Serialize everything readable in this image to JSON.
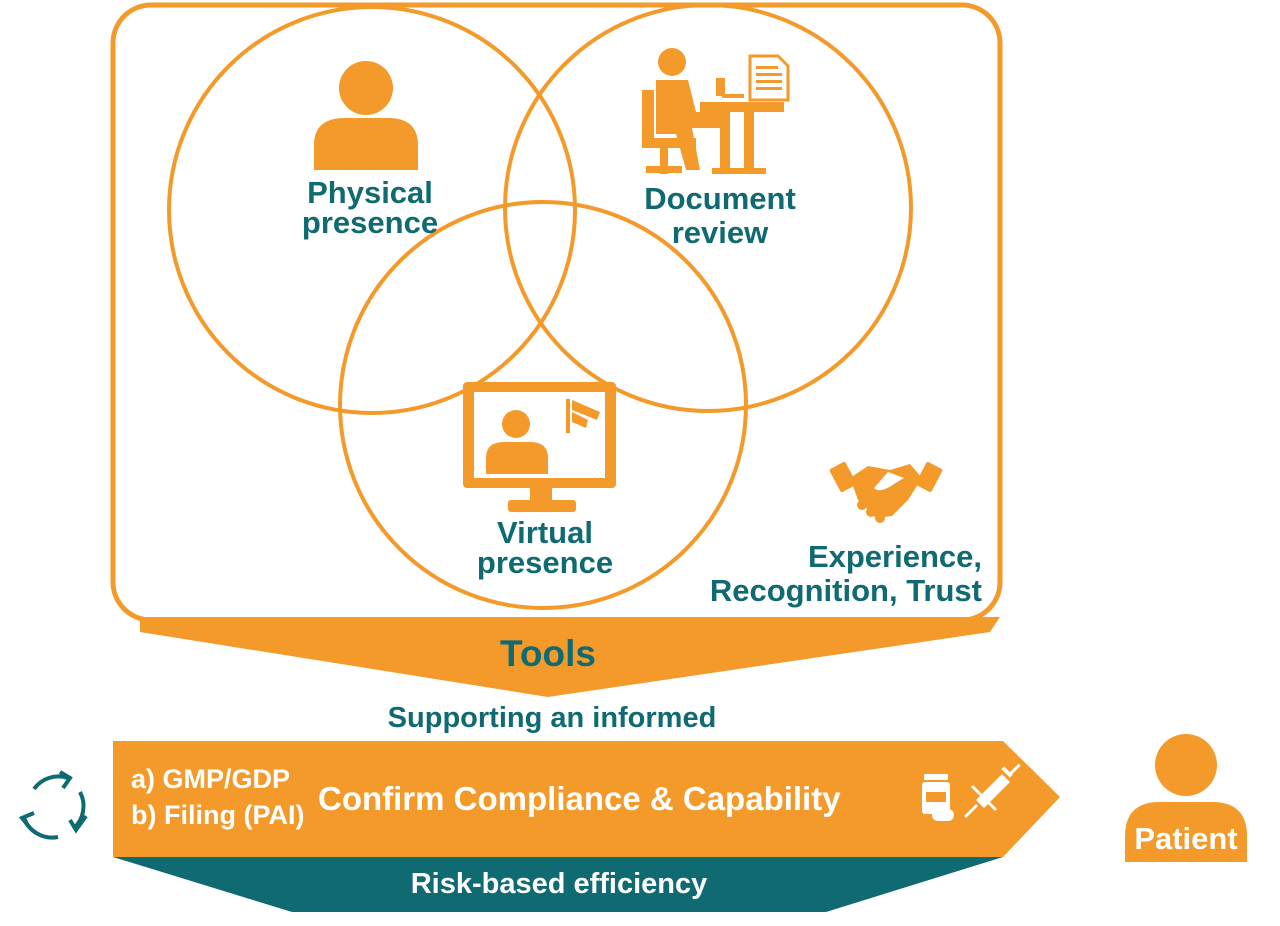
{
  "venn": {
    "circles": [
      {
        "label_line1": "Physical",
        "label_line2": "presence",
        "icon": "person-icon"
      },
      {
        "label_line1": "Document",
        "label_line2": "review",
        "icon": "desk-worker-icon"
      },
      {
        "label_line1": "Virtual",
        "label_line2": "presence",
        "icon": "monitor-camera-icon"
      }
    ],
    "trust": {
      "line1": "Experience,",
      "line2": "Recognition, Trust",
      "icon": "handshake-icon"
    }
  },
  "tools_label": "Tools",
  "supporting_text": "Supporting an informed",
  "banner": {
    "item_a": "a) GMP/GDP",
    "item_b": "b) Filing (PAI)",
    "main": "Confirm Compliance & Capability",
    "icons": [
      "pill-bottle-icon",
      "syringe-icon"
    ]
  },
  "cycle_icon": "refresh-cycle-icon",
  "risk_label": "Risk-based efficiency",
  "patient": {
    "label": "Patient",
    "icon": "patient-icon"
  },
  "colors": {
    "orange": "#f39a2b",
    "teal": "#0f6a72",
    "white": "#ffffff"
  }
}
